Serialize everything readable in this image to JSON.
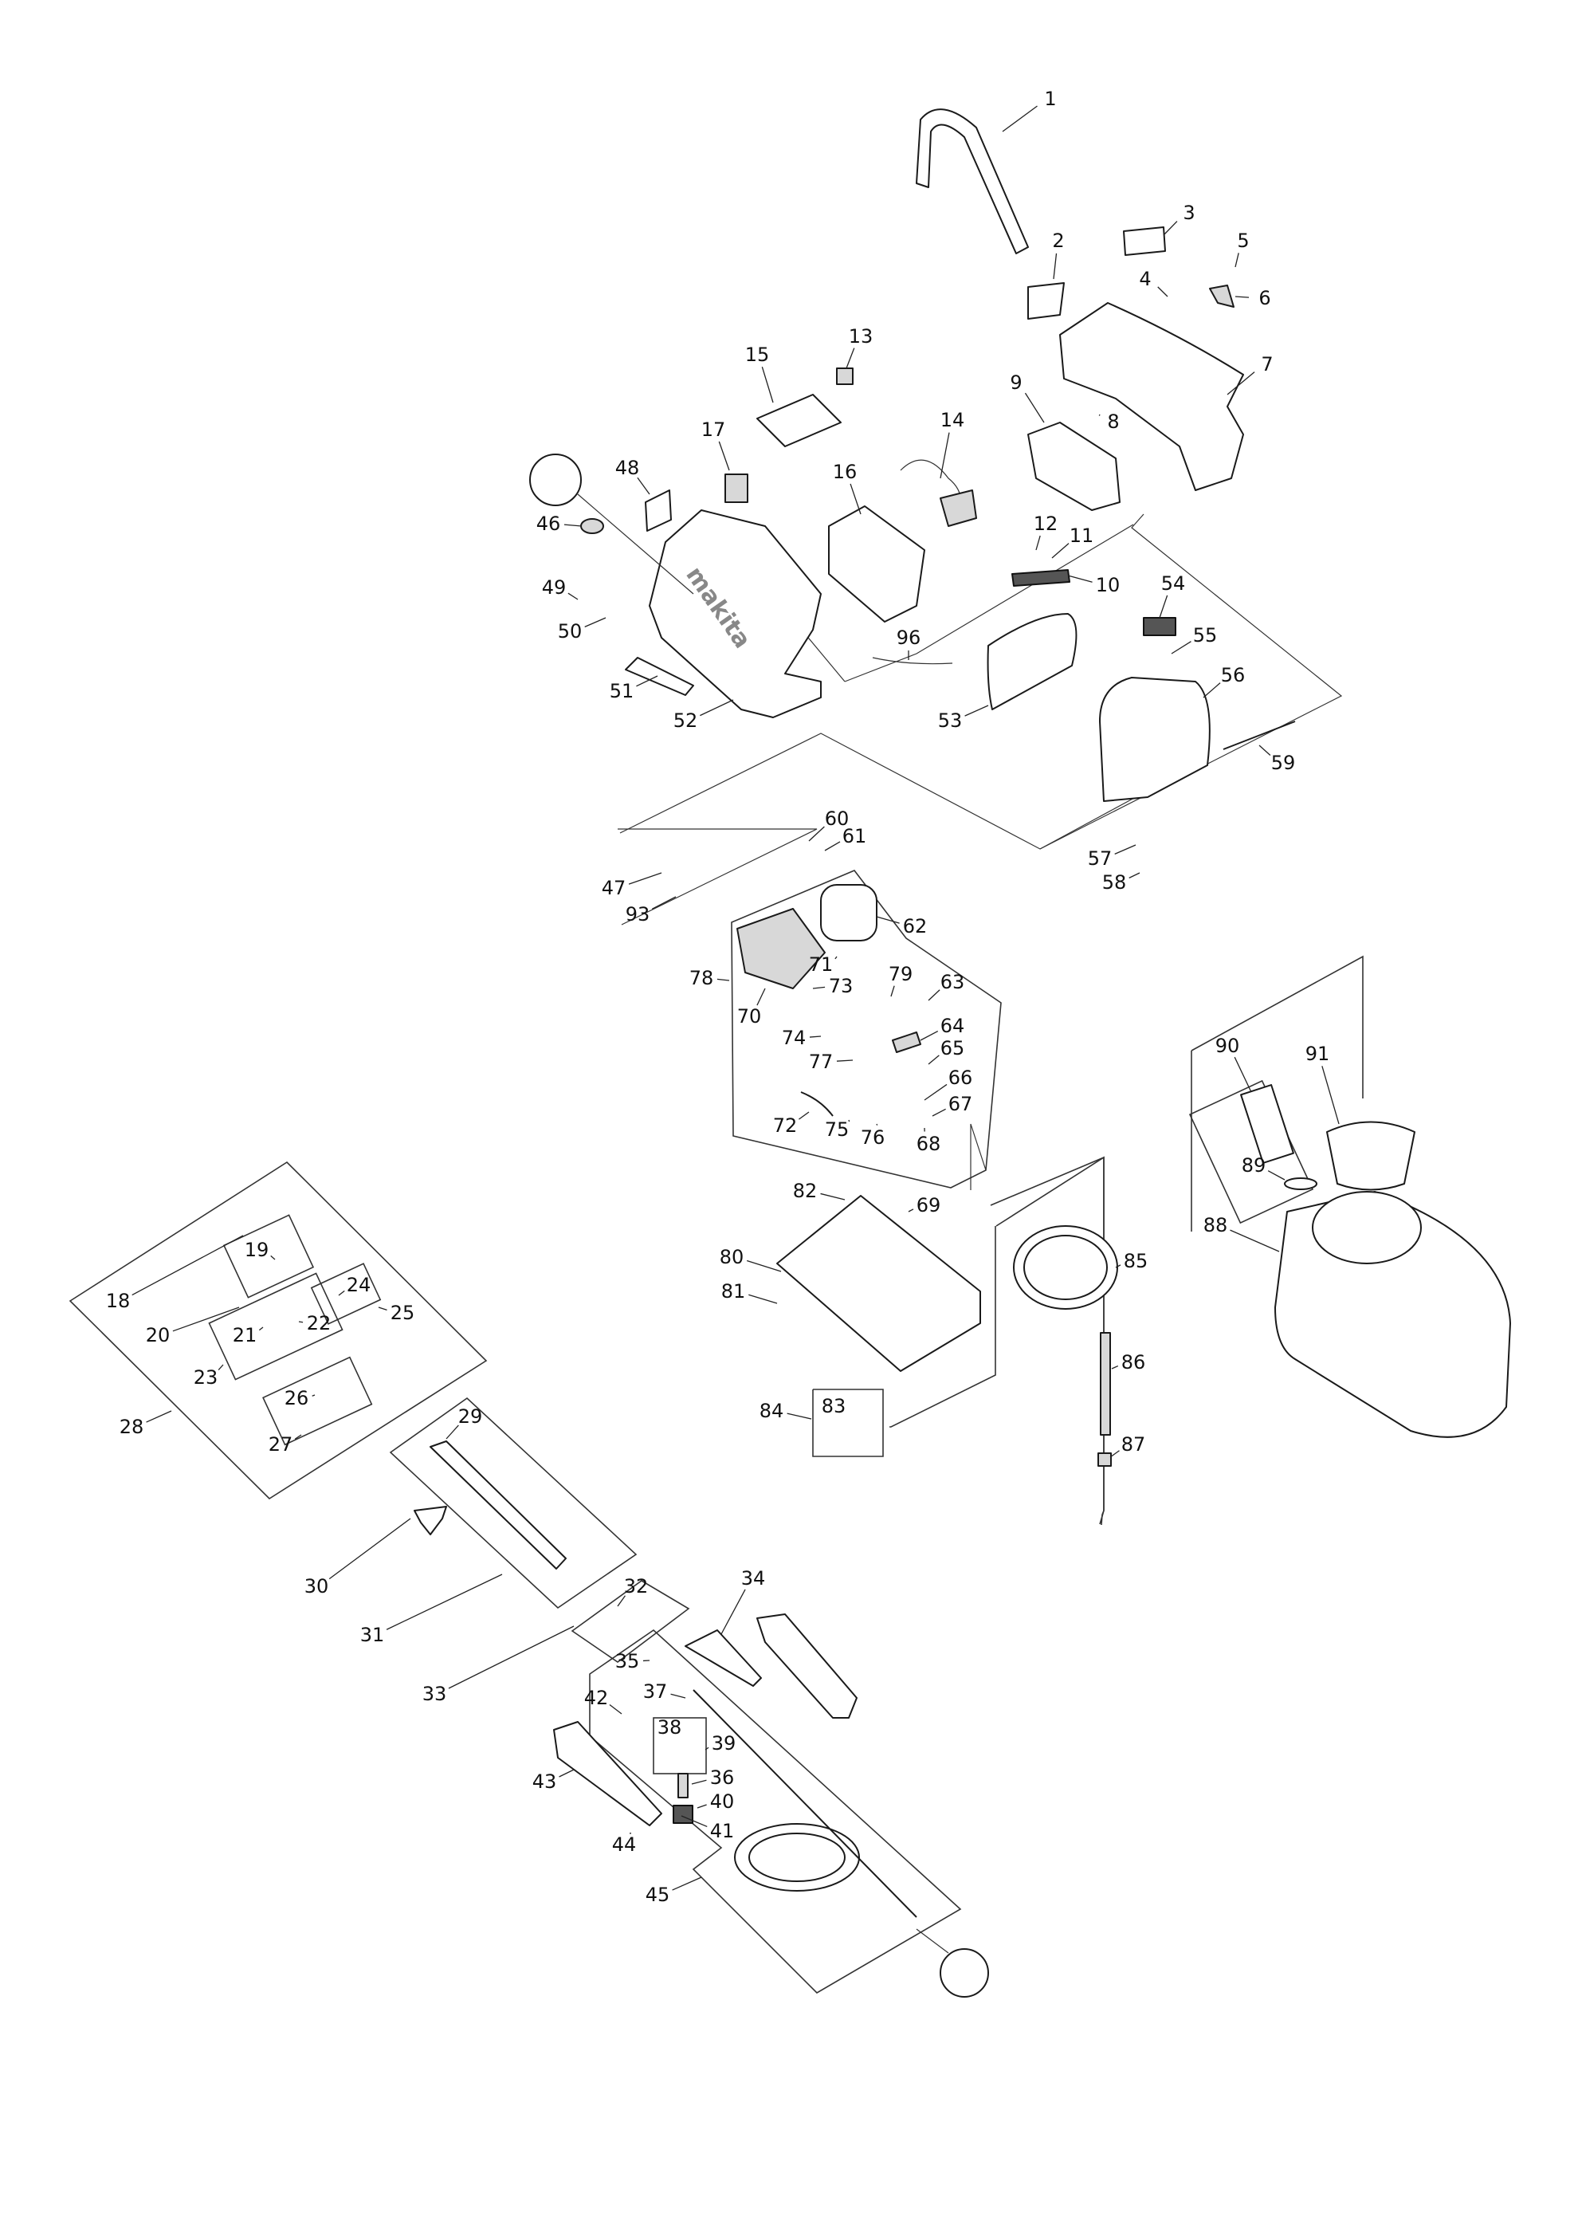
{
  "diagram": {
    "type": "exploded parts view",
    "brand_mark_on_part": "makita",
    "connector_circles": 2,
    "parts": [
      {
        "no": "1"
      },
      {
        "no": "2"
      },
      {
        "no": "3"
      },
      {
        "no": "4"
      },
      {
        "no": "5"
      },
      {
        "no": "6"
      },
      {
        "no": "7"
      },
      {
        "no": "8"
      },
      {
        "no": "9"
      },
      {
        "no": "10"
      },
      {
        "no": "11"
      },
      {
        "no": "12"
      },
      {
        "no": "13"
      },
      {
        "no": "14"
      },
      {
        "no": "15"
      },
      {
        "no": "16"
      },
      {
        "no": "17"
      },
      {
        "no": "18"
      },
      {
        "no": "19"
      },
      {
        "no": "20"
      },
      {
        "no": "21"
      },
      {
        "no": "22"
      },
      {
        "no": "23"
      },
      {
        "no": "24"
      },
      {
        "no": "25"
      },
      {
        "no": "26"
      },
      {
        "no": "27"
      },
      {
        "no": "28"
      },
      {
        "no": "29"
      },
      {
        "no": "30"
      },
      {
        "no": "31"
      },
      {
        "no": "32"
      },
      {
        "no": "33"
      },
      {
        "no": "34"
      },
      {
        "no": "35"
      },
      {
        "no": "36"
      },
      {
        "no": "37"
      },
      {
        "no": "38"
      },
      {
        "no": "39"
      },
      {
        "no": "40"
      },
      {
        "no": "41"
      },
      {
        "no": "42"
      },
      {
        "no": "43"
      },
      {
        "no": "44"
      },
      {
        "no": "45"
      },
      {
        "no": "46"
      },
      {
        "no": "47"
      },
      {
        "no": "48"
      },
      {
        "no": "49"
      },
      {
        "no": "50"
      },
      {
        "no": "51"
      },
      {
        "no": "52"
      },
      {
        "no": "53"
      },
      {
        "no": "54"
      },
      {
        "no": "55"
      },
      {
        "no": "56"
      },
      {
        "no": "57"
      },
      {
        "no": "58"
      },
      {
        "no": "59"
      },
      {
        "no": "60"
      },
      {
        "no": "61"
      },
      {
        "no": "62"
      },
      {
        "no": "63"
      },
      {
        "no": "64"
      },
      {
        "no": "65"
      },
      {
        "no": "66"
      },
      {
        "no": "67"
      },
      {
        "no": "68"
      },
      {
        "no": "69"
      },
      {
        "no": "70"
      },
      {
        "no": "71"
      },
      {
        "no": "72"
      },
      {
        "no": "73"
      },
      {
        "no": "74"
      },
      {
        "no": "75"
      },
      {
        "no": "76"
      },
      {
        "no": "77"
      },
      {
        "no": "78"
      },
      {
        "no": "79"
      },
      {
        "no": "80"
      },
      {
        "no": "81"
      },
      {
        "no": "82"
      },
      {
        "no": "83"
      },
      {
        "no": "84"
      },
      {
        "no": "85"
      },
      {
        "no": "86"
      },
      {
        "no": "87"
      },
      {
        "no": "88"
      },
      {
        "no": "89"
      },
      {
        "no": "90"
      },
      {
        "no": "91"
      },
      {
        "no": "93"
      },
      {
        "no": "96"
      }
    ]
  }
}
